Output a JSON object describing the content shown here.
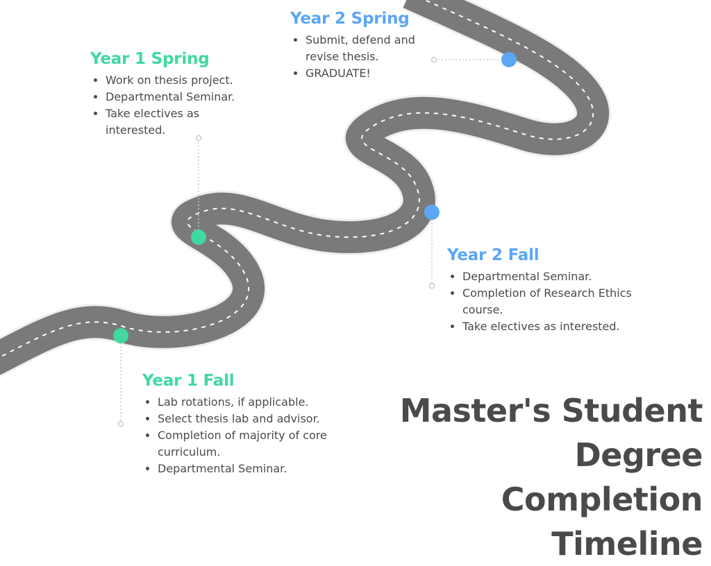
{
  "colors": {
    "road": "#7a7a7a",
    "road_edge": "#eeeeee",
    "lane": "#ffffff",
    "green": "#3fd9a1",
    "blue": "#5ba6f5",
    "text": "#4a4a4a",
    "connector": "#c8c8cc"
  },
  "title": {
    "lines": [
      "Master's Student",
      "Degree Completion",
      "Timeline"
    ]
  },
  "milestones": [
    {
      "id": "year-1-fall",
      "heading": "Year 1 Fall",
      "color": "green",
      "items": [
        "Lab rotations, if applicable.",
        "Select thesis lab and advisor.",
        "Completion of majority of core curriculum.",
        "Departmental Seminar."
      ]
    },
    {
      "id": "year-1-spring",
      "heading": "Year 1 Spring",
      "color": "green",
      "items": [
        "Work on thesis project.",
        "Departmental Seminar.",
        "Take electives as interested."
      ]
    },
    {
      "id": "year-2-fall",
      "heading": "Year 2 Fall",
      "color": "blue",
      "items": [
        "Departmental Seminar.",
        "Completion of Research Ethics course.",
        "Take electives as interested."
      ]
    },
    {
      "id": "year-2-spring",
      "heading": "Year 2 Spring",
      "color": "blue",
      "items": [
        "Submit, defend and revise thesis.",
        "GRADUATE!"
      ]
    }
  ]
}
